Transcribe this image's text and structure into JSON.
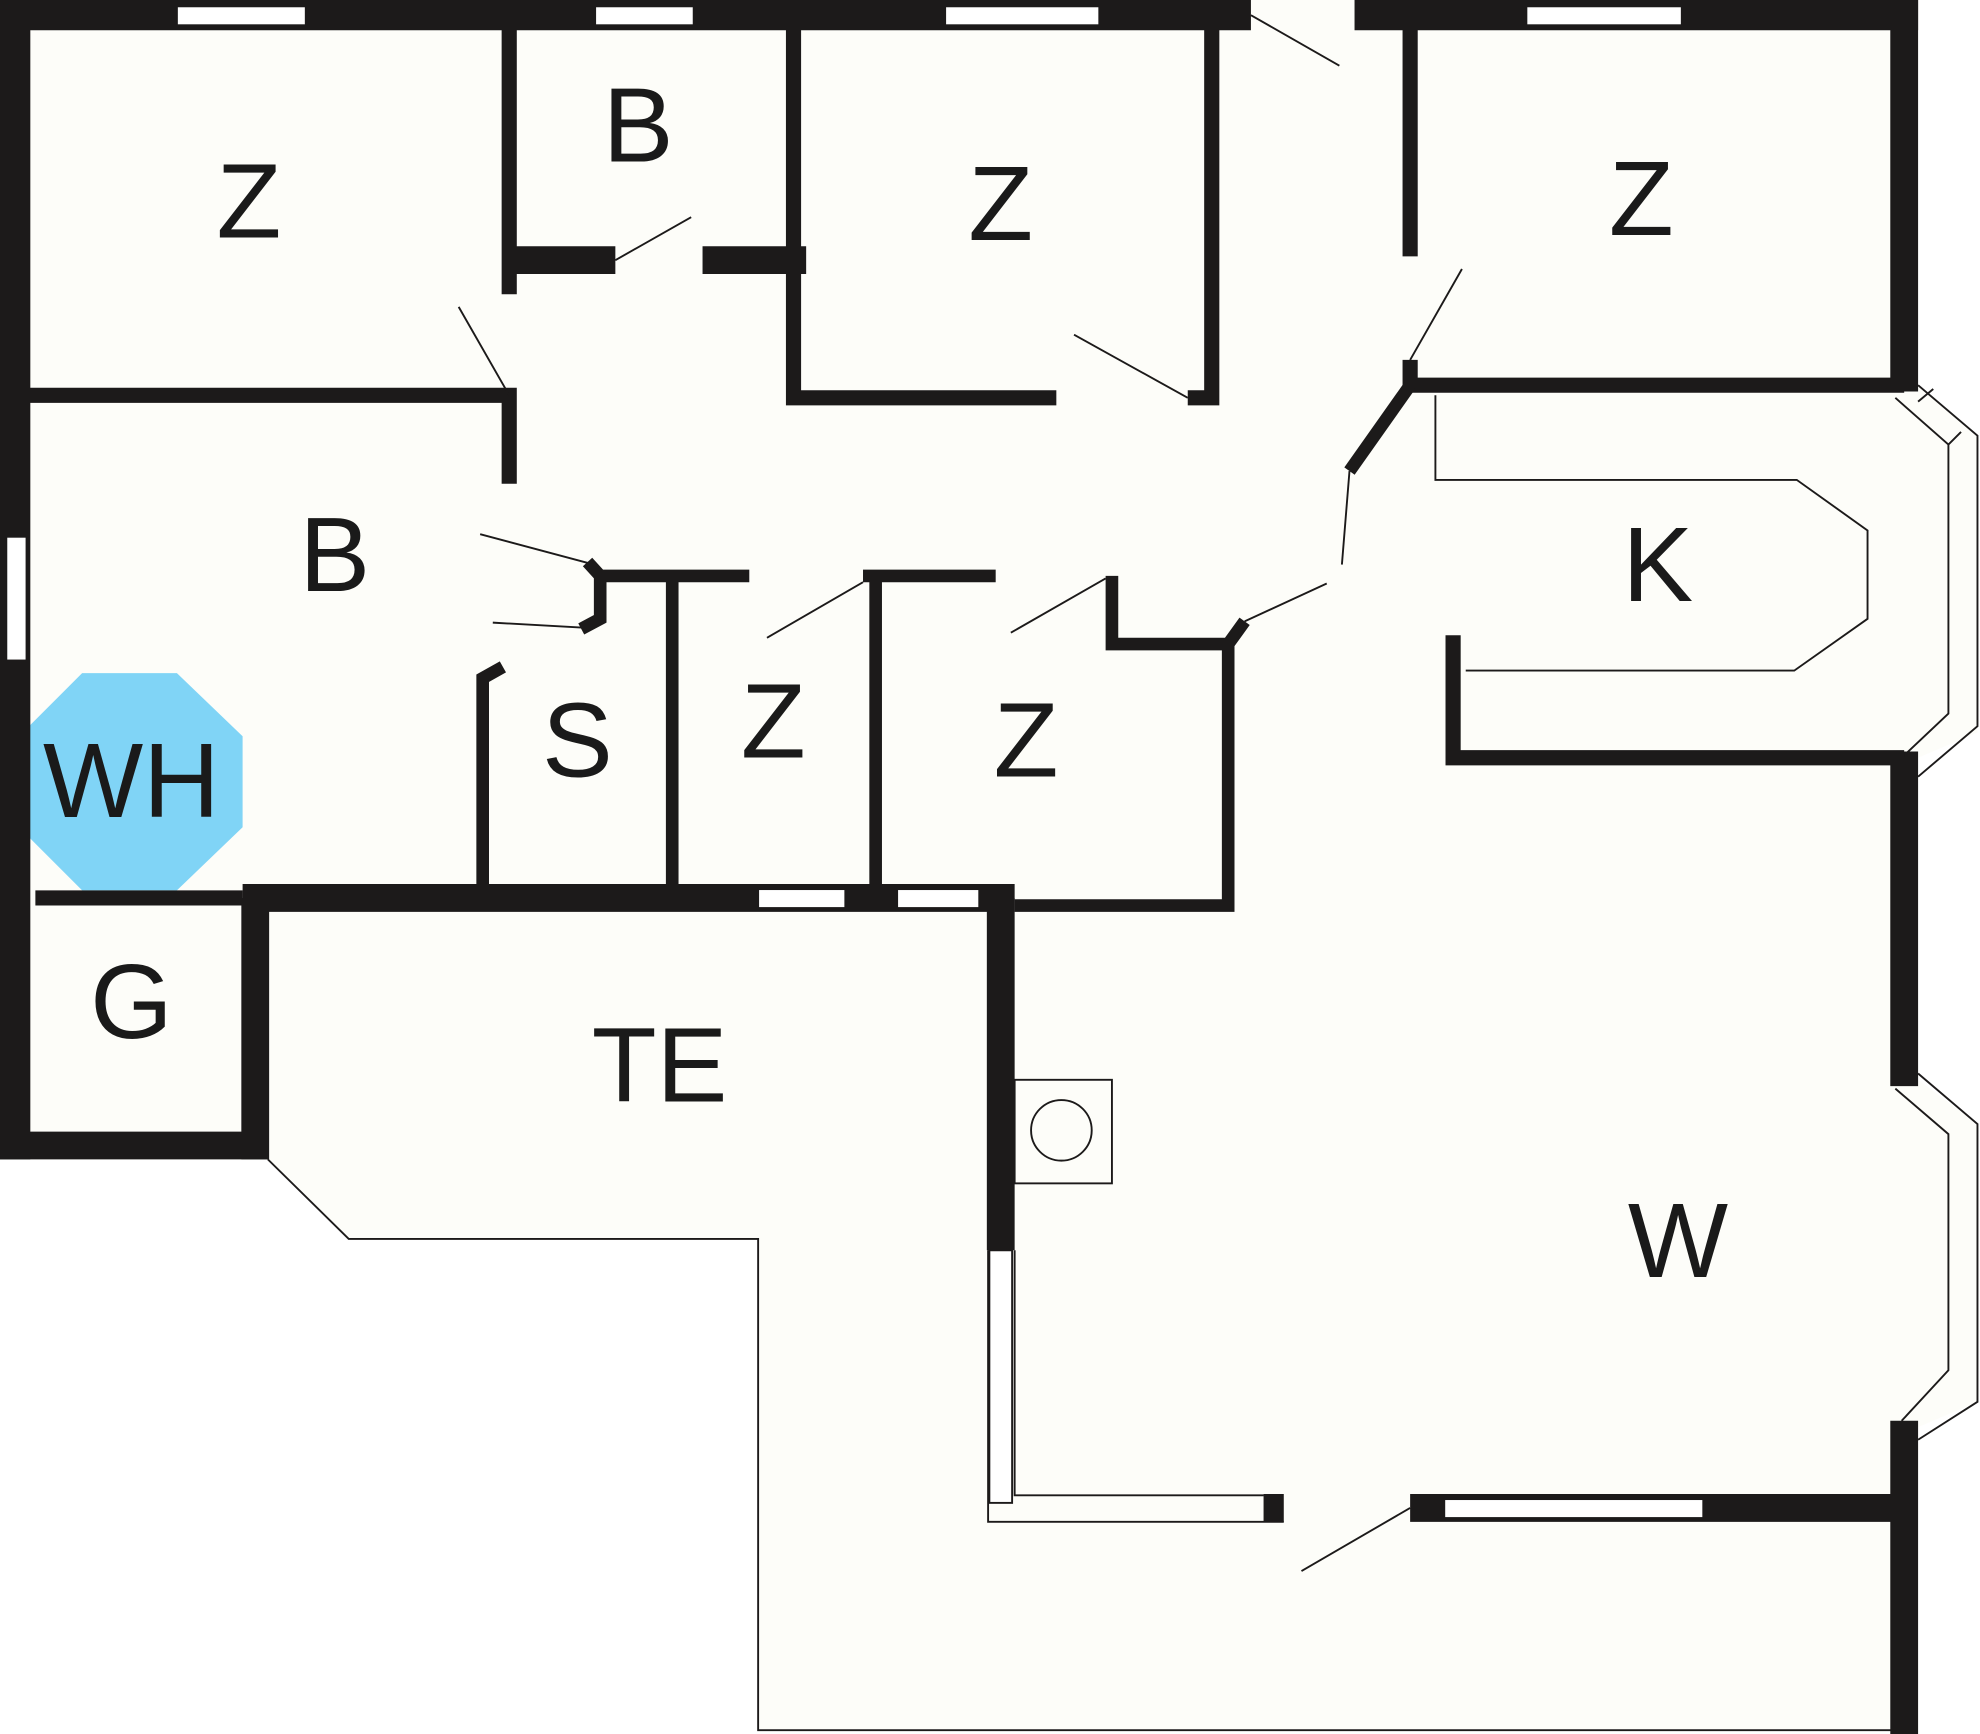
{
  "plan": {
    "rooms": [
      {
        "id": "bedroom-1",
        "label": "Z"
      },
      {
        "id": "bathroom-1",
        "label": "B"
      },
      {
        "id": "bedroom-2",
        "label": "Z"
      },
      {
        "id": "bedroom-3",
        "label": "Z"
      },
      {
        "id": "bathroom-2",
        "label": "B"
      },
      {
        "id": "sauna",
        "label": "S"
      },
      {
        "id": "bedroom-4",
        "label": "Z"
      },
      {
        "id": "bedroom-5",
        "label": "Z"
      },
      {
        "id": "kitchen",
        "label": "K"
      },
      {
        "id": "whirlpool",
        "label": "WH"
      },
      {
        "id": "garage",
        "label": "G"
      },
      {
        "id": "terrace",
        "label": "TE"
      },
      {
        "id": "living",
        "label": "W"
      }
    ],
    "colors": {
      "wall": "#1c1a1a",
      "floor": "#fdfdf9",
      "whirlpool": "#80d4f6"
    }
  }
}
